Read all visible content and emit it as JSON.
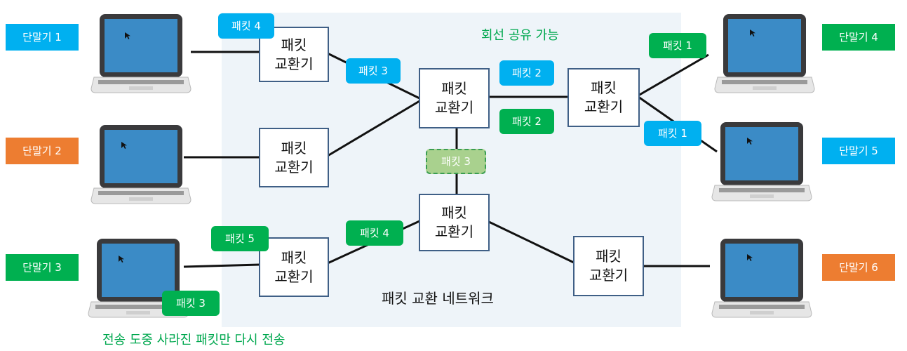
{
  "colors": {
    "blue": "#00b0f0",
    "green": "#00b050",
    "orange": "#ed7d31",
    "light_green": "#a9d18e",
    "caption_green": "#00a84f",
    "net_bg": "#eef4f9",
    "switch_border": "#3f5f86"
  },
  "terminals": [
    {
      "label": "단말기 1",
      "color": "blue"
    },
    {
      "label": "단말기 2",
      "color": "orange"
    },
    {
      "label": "단말기 3",
      "color": "green"
    },
    {
      "label": "단말기 4",
      "color": "green"
    },
    {
      "label": "단말기 5",
      "color": "blue"
    },
    {
      "label": "단말기 6",
      "color": "orange"
    }
  ],
  "switch_label": {
    "line1": "패킷",
    "line2": "교환기"
  },
  "packets": [
    {
      "label": "패킷 4",
      "color": "blue"
    },
    {
      "label": "패킷 3",
      "color": "blue"
    },
    {
      "label": "패킷 2",
      "color": "blue"
    },
    {
      "label": "패킷 2",
      "color": "green"
    },
    {
      "label": "패킷 1",
      "color": "green"
    },
    {
      "label": "패킷 1",
      "color": "blue"
    },
    {
      "label": "패킷 3",
      "color": "light_green",
      "style": "dashed"
    },
    {
      "label": "패킷 4",
      "color": "green"
    },
    {
      "label": "패킷 5",
      "color": "green"
    },
    {
      "label": "패킷 3",
      "color": "green"
    }
  ],
  "captions": {
    "circuit_sharing": "회선 공유 가능",
    "network_title": "패킷 교환 네트워크",
    "retransmit": "전송 도중 사라진 패킷만 다시 전송"
  },
  "icons": {
    "laptop": "laptop-icon",
    "cursor": "cursor-icon"
  }
}
